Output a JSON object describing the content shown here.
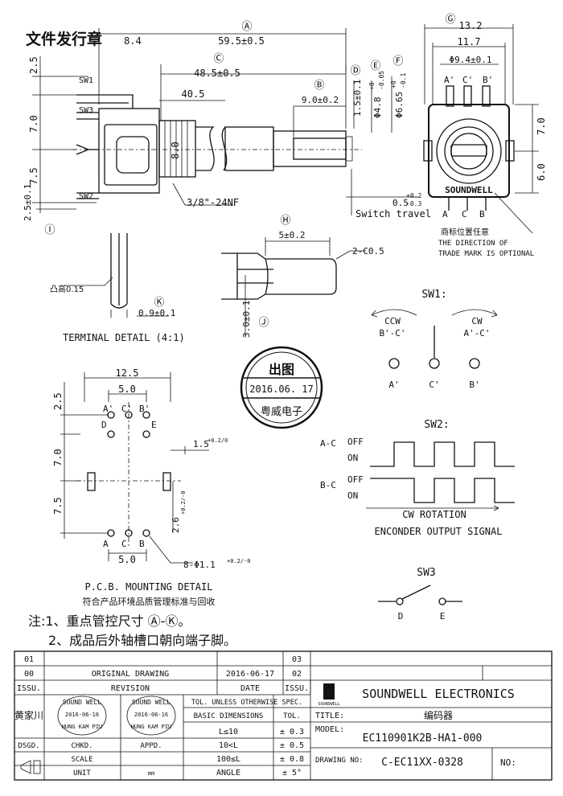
{
  "header": {
    "doc_stamp": "文件发行章"
  },
  "main_view": {
    "dims": {
      "A": "59.5±0.5",
      "left_8_4": "8.4",
      "C": "48.5±0.5",
      "d40_5": "40.5",
      "B": "9.0±0.2",
      "D": "1.5±0.1",
      "E": "Φ4.8",
      "E_tol_top": "+0",
      "E_tol_bot": "-0.05",
      "F": "Φ6.65",
      "F_tol_top": "+0",
      "F_tol_bot": "-0.1",
      "v2_5": "2.5",
      "v7_0": "7.0",
      "v7_5": "7.5",
      "I": "2.5±0.1",
      "d8_0": "8.0",
      "thread": "3/8\"-24NF",
      "switch_val": "0.5",
      "switch_tol_top": "+0.2",
      "switch_tol_bot": "-0.3",
      "switch_label": "Switch travel"
    },
    "sw_labels": {
      "sw1": "SW1",
      "sw2": "SW2",
      "sw3": "SW3"
    },
    "circle_letters": {
      "A": "A",
      "B": "B",
      "C": "C",
      "D": "D",
      "E": "E",
      "F": "F",
      "G": "G",
      "H": "H",
      "I": "I",
      "J": "J",
      "K": "K"
    }
  },
  "side_view": {
    "G": "13.2",
    "d11_7": "11.7",
    "d9_4": "Φ9.4±0.1",
    "pins_top": [
      "A'",
      "C'",
      "B'"
    ],
    "pins_bottom": [
      "A",
      "C",
      "B"
    ],
    "brand": "SOUNDWELL",
    "v7_0": "7.0",
    "v6_0": "6.0",
    "note_cn": "商标位置任意",
    "note_en1": "THE DIRECTION OF",
    "note_en2": "TRADE MARK IS OPTIONAL"
  },
  "terminal": {
    "bump": "凸高0.15",
    "K": "0.9±0.1",
    "label": "TERMINAL DETAIL (4:1)"
  },
  "shaft": {
    "H": "5±0.2",
    "chamfer": "2-C0.5",
    "J": "3.0±0.1"
  },
  "stamp": {
    "top": "出图",
    "date": "2016.06. 17",
    "bottom": "粤威电子"
  },
  "sw1": {
    "title": "SW1:",
    "ccw": "CCW",
    "ccw_pins": "B'-C'",
    "cw": "CW",
    "cw_pins": "A'-C'",
    "pins": [
      "A'",
      "C'",
      "B'"
    ]
  },
  "sw2": {
    "title": "SW2:",
    "ac": "A-C",
    "bc": "B-C",
    "off": "OFF",
    "on": "ON",
    "rotation": "CW ROTATION",
    "signal": "ENCONDER OUTPUT SIGNAL"
  },
  "sw3": {
    "title": "SW3",
    "d": "D",
    "e": "E"
  },
  "pcb": {
    "w12_5": "12.5",
    "w5_0": "5.0",
    "v2_5": "2.5",
    "v7_0": "7.0",
    "v7_5": "7.5",
    "d1_5": "1.5",
    "d1_5_tol": "+0.2/0",
    "d2_6": "2.6",
    "d2_6_tol": "+0.2/-0",
    "holes": "8-Φ1.1",
    "holes_tol": "+0.2/-0",
    "bw5_0": "5.0",
    "top_labels": [
      "A'",
      "C'",
      "B'"
    ],
    "side_labels": [
      "D",
      "E"
    ],
    "bottom_labels": [
      "A",
      "C",
      "B"
    ],
    "title": "P.C.B. MOUNTING DETAIL",
    "rohs": "符合产品环境品质管理标准与回收"
  },
  "notes": {
    "n1": "注:1、重点管控尺寸 Ⓐ-Ⓚ。",
    "n2": "2、成品后外轴槽口朝向端子脚。"
  },
  "title_block": {
    "rev_rows": [
      {
        "no": "01",
        "desc": "",
        "date": ""
      },
      {
        "no": "00",
        "desc": "ORIGINAL DRAWING",
        "date": "2016-06-17"
      }
    ],
    "rev_header": {
      "issu": "ISSU.",
      "revision": "REVISION",
      "date": "DATE",
      "issu2": "ISSU."
    },
    "sheet_nums": [
      "03",
      "02"
    ],
    "company": "SOUNDWELL ELECTRONICS",
    "logo_text": "SOUNDWELL",
    "designer": "黄家川",
    "stamp_name": "SOUND WELL",
    "stamp_date": "2016-06-16",
    "stamp_sub": "HUNG KAM PIU",
    "tol_title": "TOL. UNLESS OTHERWISE SPEC.",
    "basic_dims": "BASIC DIMENSIONS",
    "tol": "TOL.",
    "tol_rows": [
      {
        "range": "L≤10",
        "val": "± 0.3"
      },
      {
        "range": "10<L",
        "val": "± 0.5"
      },
      {
        "range": "100≤L",
        "val": "± 0.8"
      },
      {
        "range": "ANGLE",
        "val": "± 5°"
      }
    ],
    "title_label": "TITLE:",
    "title_value": "编码器",
    "model_label": "MODEL:",
    "model_value": "EC110901K2B-HA1-000",
    "dsgd": "DSGD.",
    "chkd": "CHKD.",
    "appd": "APPD.",
    "scale": "SCALE",
    "unit": "UNIT",
    "unit_val": "mm",
    "drawing_label": "DRAWING NO:",
    "drawing_value": "C-EC11XX-0328",
    "no_label": "NO:"
  }
}
